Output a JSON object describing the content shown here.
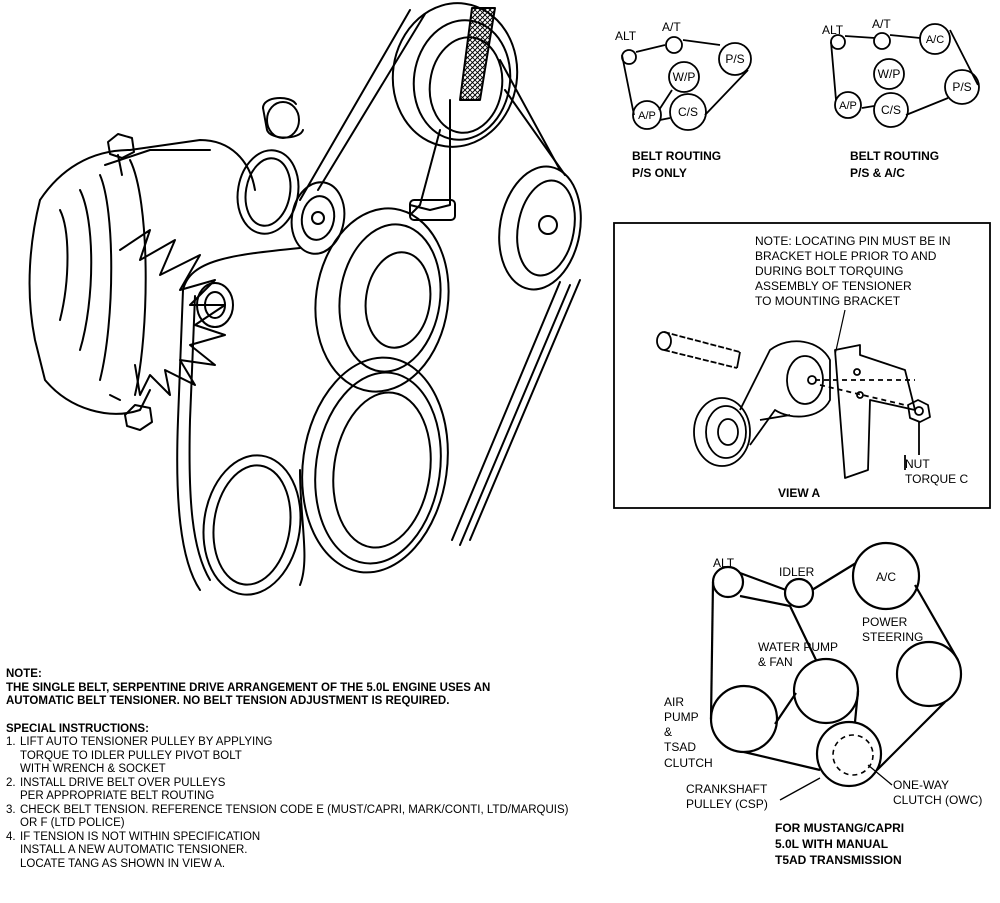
{
  "small_diagram_left": {
    "labels": {
      "alt": "ALT",
      "at": "A/T",
      "ps": "P/S",
      "wp": "W/P",
      "ap": "A/P",
      "cs": "C/S"
    },
    "caption": [
      "BELT ROUTING",
      "P/S ONLY"
    ]
  },
  "small_diagram_right": {
    "labels": {
      "alt": "ALT",
      "at": "A/T",
      "ac": "A/C",
      "ps": "P/S",
      "wp": "W/P",
      "ap": "A/P",
      "cs": "C/S"
    },
    "caption": [
      "BELT ROUTING",
      "P/S & A/C"
    ]
  },
  "view_a": {
    "note": [
      "NOTE: LOCATING PIN MUST BE IN",
      "BRACKET HOLE PRIOR TO AND",
      "DURING BOLT TORQUING",
      "ASSEMBLY OF TENSIONER",
      "TO MOUNTING BRACKET"
    ],
    "nut_label": [
      "NUT",
      "TORQUE C"
    ],
    "title": "VIEW A"
  },
  "large_diagram": {
    "alt": "ALT",
    "idler": "IDLER",
    "ac": "A/C",
    "power_steering": [
      "POWER",
      "STEERING"
    ],
    "water_pump": [
      "WATER PUMP",
      "& FAN"
    ],
    "air_pump": [
      "AIR",
      "PUMP",
      "&",
      "TSAD",
      "CLUTCH"
    ],
    "crankshaft": [
      "CRANKSHAFT",
      "PULLEY (CSP)"
    ],
    "one_way": [
      "ONE-WAY",
      "CLUTCH (OWC)"
    ],
    "caption": [
      "FOR MUSTANG/CAPRI",
      "5.0L WITH MANUAL",
      "T5AD TRANSMISSION"
    ]
  },
  "notes": {
    "note_heading": "NOTE:",
    "note_body": [
      "THE SINGLE BELT, SERPENTINE DRIVE ARRANGEMENT OF THE 5.0L ENGINE USES AN",
      "AUTOMATIC BELT TENSIONER. NO BELT TENSION ADJUSTMENT IS REQUIRED."
    ],
    "special_heading": "SPECIAL INSTRUCTIONS:",
    "instructions": [
      {
        "num": "1.",
        "lines": [
          "LIFT AUTO TENSIONER PULLEY BY APPLYING",
          "TORQUE TO IDLER PULLEY PIVOT BOLT",
          "WITH WRENCH & SOCKET"
        ]
      },
      {
        "num": "2.",
        "lines": [
          "INSTALL DRIVE BELT OVER PULLEYS",
          "PER APPROPRIATE BELT ROUTING"
        ]
      },
      {
        "num": "3.",
        "lines": [
          "CHECK BELT TENSION. REFERENCE TENSION CODE E (MUST/CAPRI, MARK/CONTI, LTD/MARQUIS)",
          "OR F (LTD POLICE)"
        ]
      },
      {
        "num": "4.",
        "lines": [
          "IF TENSION IS NOT WITHIN SPECIFICATION",
          "INSTALL A NEW AUTOMATIC TENSIONER.",
          "LOCATE TANG AS SHOWN IN VIEW A."
        ]
      }
    ]
  }
}
